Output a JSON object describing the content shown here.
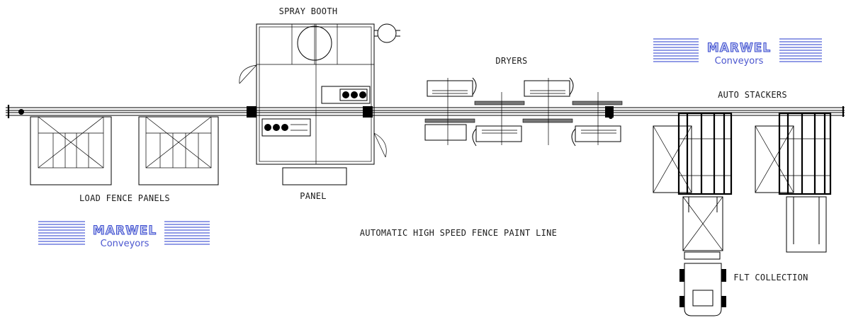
{
  "title": "AUTOMATIC HIGH SPEED FENCE PAINT LINE",
  "stations": {
    "spray_booth": "SPRAY BOOTH",
    "dryers": "DRYERS",
    "auto_stackers": "AUTO STACKERS",
    "load_fence_panels": "LOAD FENCE PANELS",
    "panel": "PANEL",
    "flt_collection": "FLT COLLECTION"
  },
  "logos": [
    {
      "brand": "MARWEL",
      "tagline": "Conveyors"
    },
    {
      "brand": "MARWEL",
      "tagline": "Conveyors"
    }
  ],
  "colors": {
    "ink": "#000000",
    "logo_blue": "#3a4bd0",
    "logo_fill": "#c7cdf0"
  }
}
